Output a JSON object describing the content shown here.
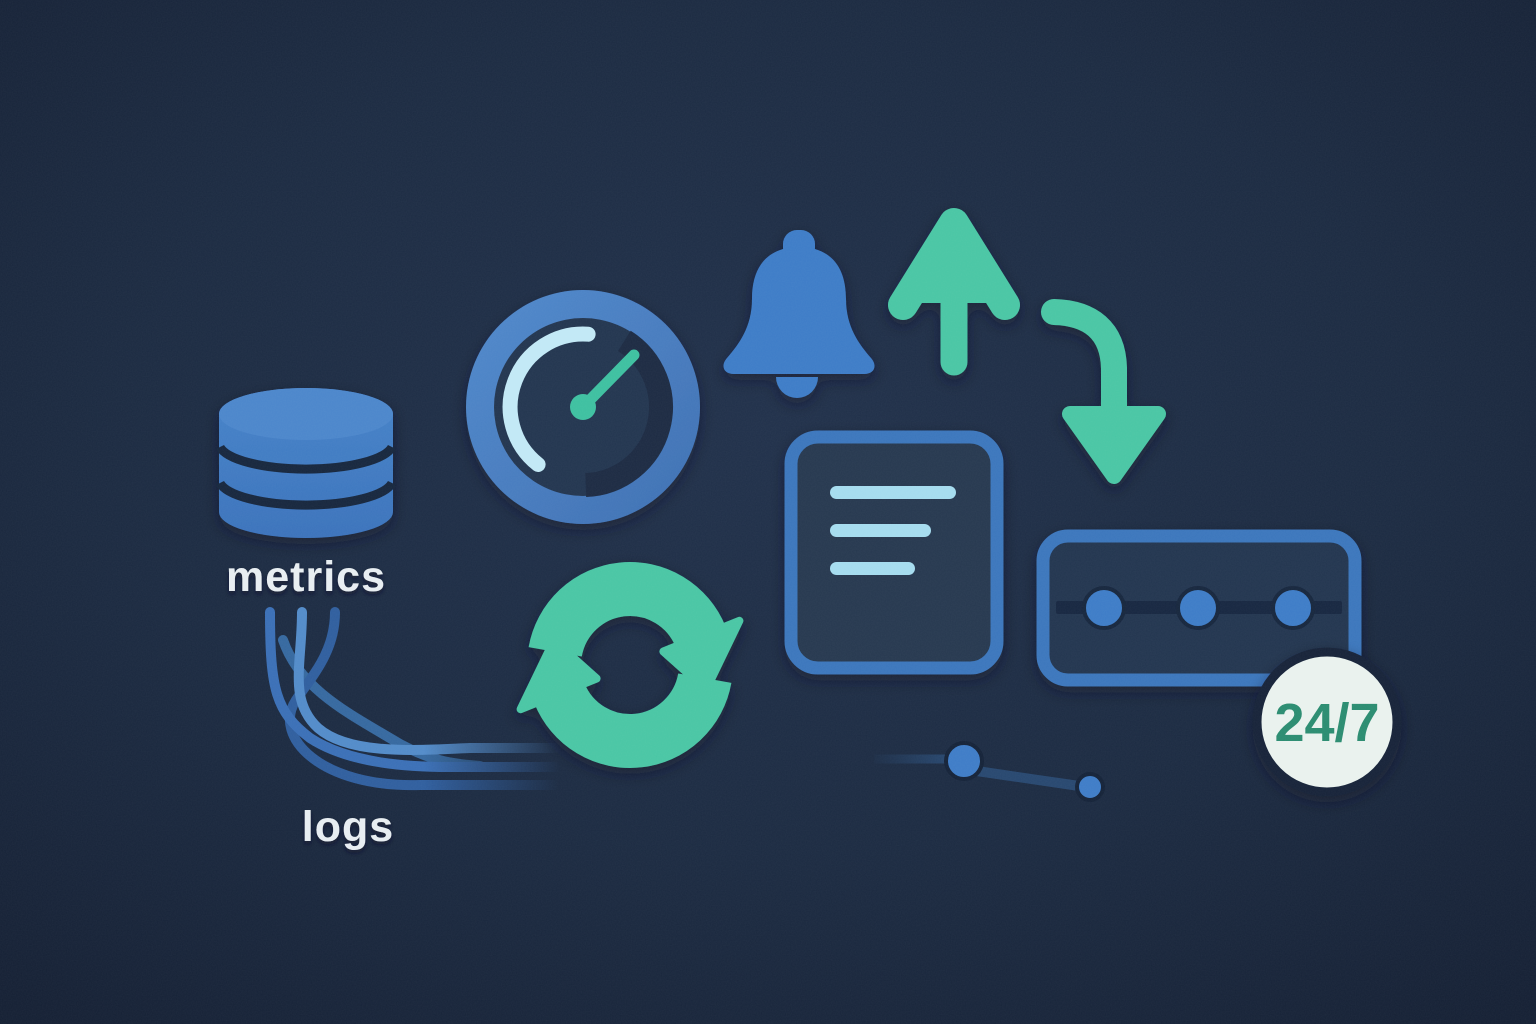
{
  "illustration": {
    "labels": {
      "database": "metrics",
      "cables": "logs",
      "badge": "24/7"
    },
    "palette": {
      "background_center": "#20304A",
      "background_mid": "#1B2A41",
      "background_edge": "#141F33",
      "icon_blue": "#3E7CC7",
      "icon_blue_light": "#4C86CB",
      "gauge_ring_light": "#5089CC",
      "gauge_ring_dark": "#3E6FB2",
      "pale_blue": "#A5DCEF",
      "gauge_arc": "#C2E9F6",
      "green": "#49C6A4",
      "needle_green": "#3EC0A0",
      "badge_green": "#2C8C6F",
      "badge_background": "#EAF2EE",
      "panel_fill": "#263850",
      "rack_fill": "#223450",
      "dark_outline": "#16253C",
      "cable_blue": "#3A6FB6",
      "cable_blue_light": "#528BC9",
      "cable_blue_dark": "#2F5E9E",
      "connector_line": "#27476F",
      "label_text": "#E8EEF2"
    },
    "icons": [
      "database-icon",
      "cables-icon",
      "gauge-icon",
      "bell-icon",
      "arrow-up-icon",
      "arrow-down-curved-icon",
      "sync-icon",
      "log-document-icon",
      "server-rack-icon",
      "connector-dots-icon",
      "badge-24-7"
    ]
  }
}
